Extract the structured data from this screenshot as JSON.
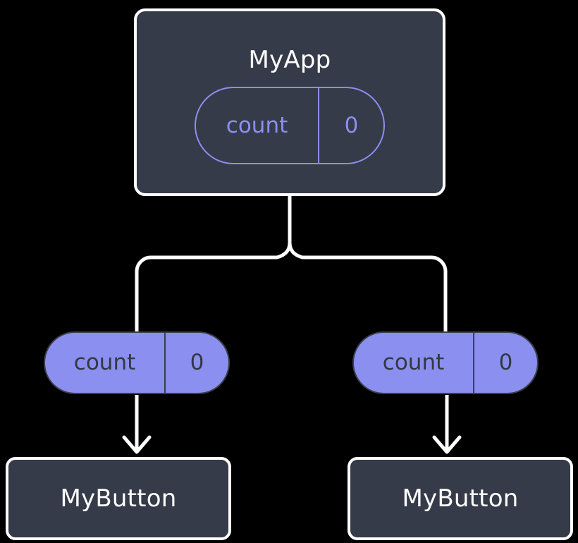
{
  "diagram": {
    "title": "Widget tree with inherited count state",
    "background_color": "#000000",
    "nodes": [
      {
        "id": "myapp",
        "label": "MyApp",
        "kind": "widget-box",
        "fill": "#353b48",
        "stroke": "#ffffff",
        "text_color": "#ffffff"
      },
      {
        "id": "mybutton-left",
        "label": "MyButton",
        "kind": "widget-box",
        "fill": "#353b48",
        "stroke": "#ffffff",
        "text_color": "#ffffff"
      },
      {
        "id": "mybutton-right",
        "label": "MyButton",
        "kind": "widget-box",
        "fill": "#353b48",
        "stroke": "#ffffff",
        "text_color": "#ffffff"
      }
    ],
    "state_pills": [
      {
        "id": "pill-myapp",
        "name": "count",
        "value": "0",
        "style": "outlined",
        "stroke": "#8b8fef",
        "text_color": "#8b8fef"
      },
      {
        "id": "pill-left",
        "name": "count",
        "value": "0",
        "style": "filled",
        "fill": "#8b8fef",
        "text_color": "#333842"
      },
      {
        "id": "pill-right",
        "name": "count",
        "value": "0",
        "style": "filled",
        "fill": "#8b8fef",
        "text_color": "#333842"
      }
    ],
    "connectors": {
      "fork_color": "#ffffff",
      "arrow_color": "#ffffff",
      "arrow_count": 2
    }
  }
}
